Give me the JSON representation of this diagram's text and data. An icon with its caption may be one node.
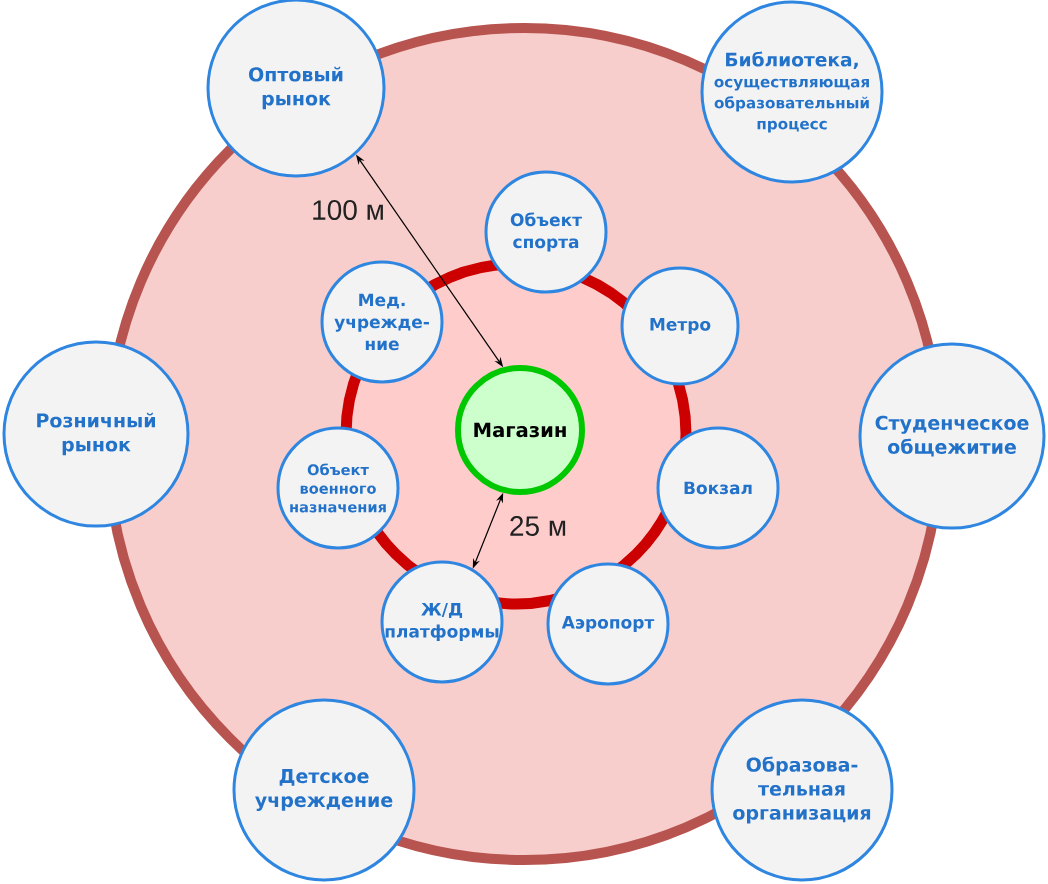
{
  "diagram": {
    "nodes": [
      {
        "text": [],
        "shape": "circle"
      },
      {
        "text": [
          "Оптовый рынок"
        ]
      },
      {
        "text": [
          "Библиотека,",
          "осуществляющая образовательный процесс"
        ]
      },
      {
        "text": [],
        "shape": "circle",
        "in": 0
      },
      {
        "text": [
          "Объект спорта"
        ],
        "in": 0
      },
      {
        "text": [
          "Мед. учрежде- ние"
        ],
        "in": 0
      },
      {
        "text": [
          "Метро"
        ],
        "in": 0
      },
      {
        "text": [
          "Розничный рынок"
        ]
      },
      {
        "text": [
          "Магазин"
        ],
        "in": 3
      },
      {
        "text": [
          "Студенческое общежитие"
        ]
      },
      {
        "text": [
          "Объект военного назначения"
        ],
        "in": 0
      },
      {
        "text": [
          "Вокзал"
        ],
        "in": 0
      },
      {
        "text": [
          "Ж/Д платформы"
        ],
        "in": 0
      },
      {
        "text": [
          "Аэропорт"
        ],
        "in": 0
      },
      {
        "text": [
          "Детское учреждение"
        ]
      },
      {
        "text": [
          "Образова- тельная организация"
        ]
      }
    ],
    "edges": [
      {
        "from": 1,
        "to": 8,
        "arrow": "both",
        "label": "100 м"
      },
      {
        "from": 8,
        "to": 12,
        "arrow": "both",
        "label": "25 м"
      }
    ]
  }
}
